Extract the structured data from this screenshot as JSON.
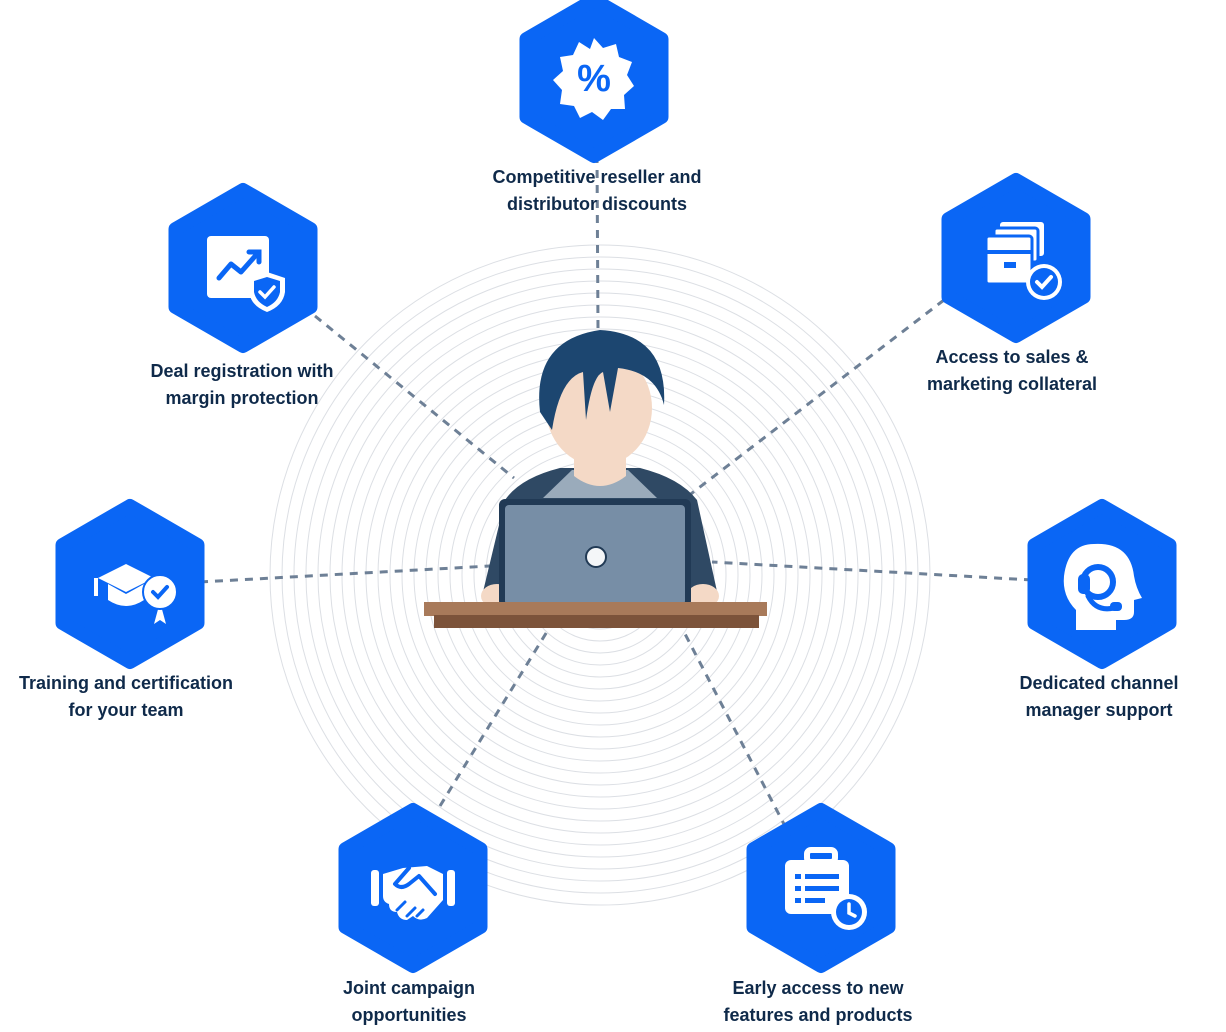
{
  "colors": {
    "hex": "#0a66f5",
    "text": "#0f2a4a",
    "line": "#6e8096",
    "hair": "#1c4670",
    "skin": "#f4d9c6",
    "shirt": "#9aabbb",
    "jacket": "#2f4964",
    "laptop": "#778ea6",
    "desk_top": "#a87a5a",
    "desk_front": "#7c533a",
    "rings": "#dcdfe4"
  },
  "benefits": [
    {
      "id": "discounts",
      "icon": "percent-badge-icon",
      "line1": "Competitive reseller and",
      "line2": "distributor discounts"
    },
    {
      "id": "collateral",
      "icon": "files-check-icon",
      "line1": "Access to sales &",
      "line2": "marketing collateral"
    },
    {
      "id": "channel-support",
      "icon": "headset-icon",
      "line1": "Dedicated channel",
      "line2": "manager support"
    },
    {
      "id": "early-access",
      "icon": "briefcase-clock-icon",
      "line1": "Early access to new",
      "line2": "features and products"
    },
    {
      "id": "joint-campaign",
      "icon": "handshake-icon",
      "line1": "Joint campaign",
      "line2": "opportunities"
    },
    {
      "id": "training",
      "icon": "graduation-cap-icon",
      "line1": "Training and certification",
      "line2": "for your team"
    },
    {
      "id": "deal-registration",
      "icon": "chart-shield-icon",
      "line1": "Deal registration with",
      "line2": "margin protection"
    }
  ]
}
